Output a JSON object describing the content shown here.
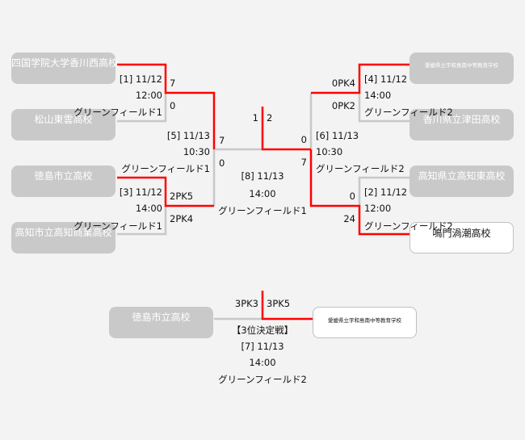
{
  "colors": {
    "winner_line": "#ff0000",
    "loser_line": "#c8c8c8",
    "box": "#c9c9c9"
  },
  "teams": {
    "l1": "四国学院大学香川西高校",
    "l2": "松山東雲高校",
    "l3": "徳島市立高校",
    "l4": "高知市立高知商業高校",
    "r1": "愛媛県立宇和島南中等教育学校",
    "r2": "香川県立津田高校",
    "r3": "高知県立高知東高校",
    "r4": "鳴門渦潮高校",
    "t1": "徳島市立高校",
    "t2": "愛媛県立宇和島南中等教育学校"
  },
  "matches": {
    "m1": {
      "no": "[1] 11/12",
      "time": "12:00",
      "field": "グリーンフィールド1",
      "s1": "7",
      "s2": "0"
    },
    "m3": {
      "no": "[3] 11/12",
      "time": "14:00",
      "field": "グリーンフィールド1",
      "s1": "2PK5",
      "s2": "2PK4"
    },
    "m5": {
      "no": "[5] 11/13",
      "time": "10:30",
      "field": "グリーンフィールド1",
      "s1": "7",
      "s2": "0"
    },
    "m4": {
      "no": "[4] 11/12",
      "time": "14:00",
      "field": "グリーンフィールド2",
      "s1": "0PK4",
      "s2": "0PK2"
    },
    "m2": {
      "no": "[2] 11/12",
      "time": "12:00",
      "field": "グリーンフィールド2",
      "s1": "0",
      "s2": "24"
    },
    "m6": {
      "no": "[6] 11/13",
      "time": "10:30",
      "field": "グリーンフィールド2",
      "s1": "0",
      "s2": "7"
    },
    "m8": {
      "no": "[8] 11/13",
      "time": "14:00",
      "field": "グリーンフィールド1",
      "s1": "1",
      "s2": "2"
    },
    "m7": {
      "title": "【3位決定戦】",
      "no": "[7] 11/13",
      "time": "14:00",
      "field": "グリーンフィールド2",
      "s1": "3PK3",
      "s2": "3PK5"
    }
  }
}
